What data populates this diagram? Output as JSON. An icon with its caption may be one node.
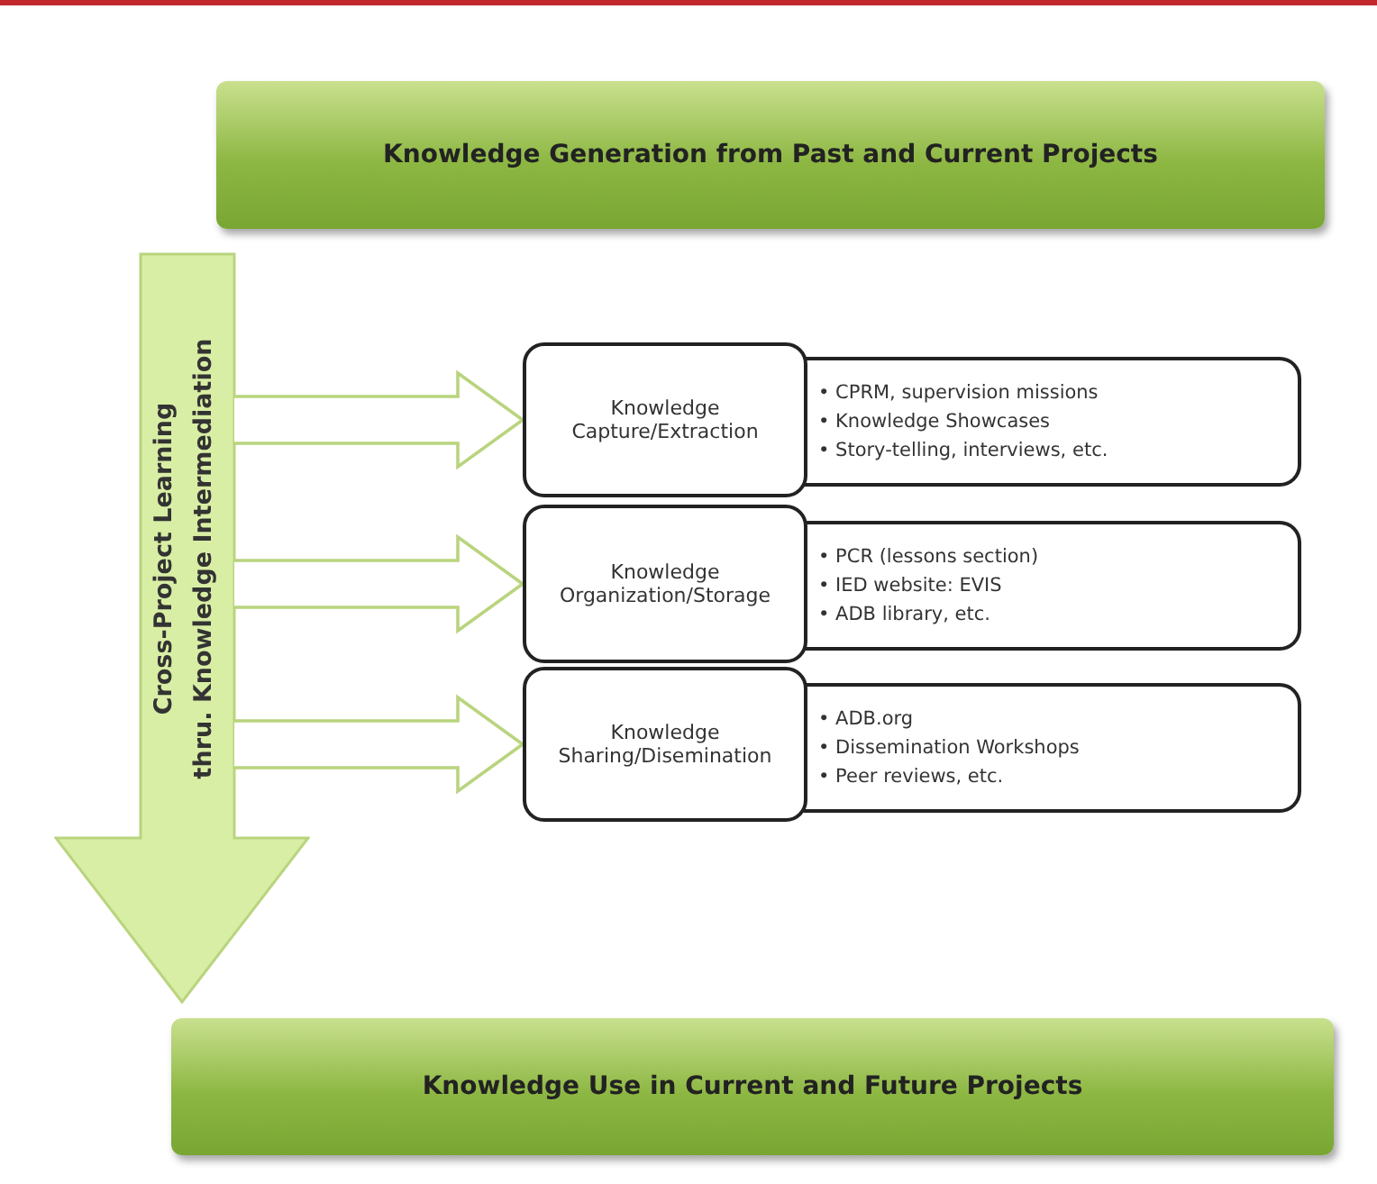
{
  "diagram": {
    "nodes": [
      {
        "text": [
          "Knowledge Generation from Past and Current Projects"
        ]
      },
      {
        "text": [
          "Cross-Project Learning",
          "thru. Knowledge Intermediation"
        ]
      },
      {
        "text": [
          "Knowledge Capture/Extraction"
        ]
      },
      {
        "text": [
          "• CPRM, supervision missions",
          "• Knowledge Showcases",
          "• Story-telling, interviews, etc."
        ]
      },
      {
        "text": [
          "Knowledge Organization/Storage"
        ]
      },
      {
        "text": [
          "• PCR (lessons section)",
          "• IED website: EVIS",
          "• ADB library, etc."
        ]
      },
      {
        "text": [
          "Knowledge Sharing/Disemination"
        ]
      },
      {
        "text": [
          "• ADB.org",
          "• Dissemination Workshops",
          "• Peer reviews, etc."
        ]
      },
      {
        "text": [
          "Knowledge Use in Current and Future Projects"
        ]
      }
    ],
    "edges": [
      {
        "from": 1,
        "to": 2,
        "arrow": "to"
      },
      {
        "from": 1,
        "to": 4,
        "arrow": "to"
      },
      {
        "from": 1,
        "to": 6,
        "arrow": "to"
      }
    ]
  }
}
